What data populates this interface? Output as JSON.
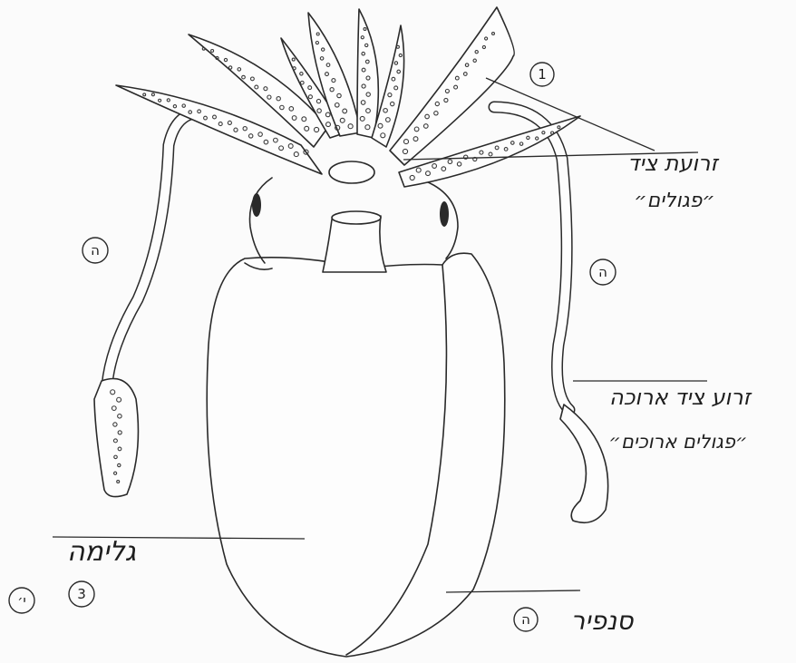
{
  "labels": {
    "arms": [
      "זרועת ציד",
      "״פגולים״"
    ],
    "tentacle": [
      "זרוע ציד ארוכה",
      "״פגולים ארוכים״"
    ],
    "mantle": "גלימה",
    "fin": "סנפיר"
  },
  "markers": {
    "arms": "1",
    "tentacle_left": "ה",
    "tentacle_right": "ה",
    "student_id": "י׳",
    "grade": "3",
    "fin": "ה"
  },
  "colors": {
    "ink": "#2a2a2a",
    "paper": "#fbfbfb"
  }
}
